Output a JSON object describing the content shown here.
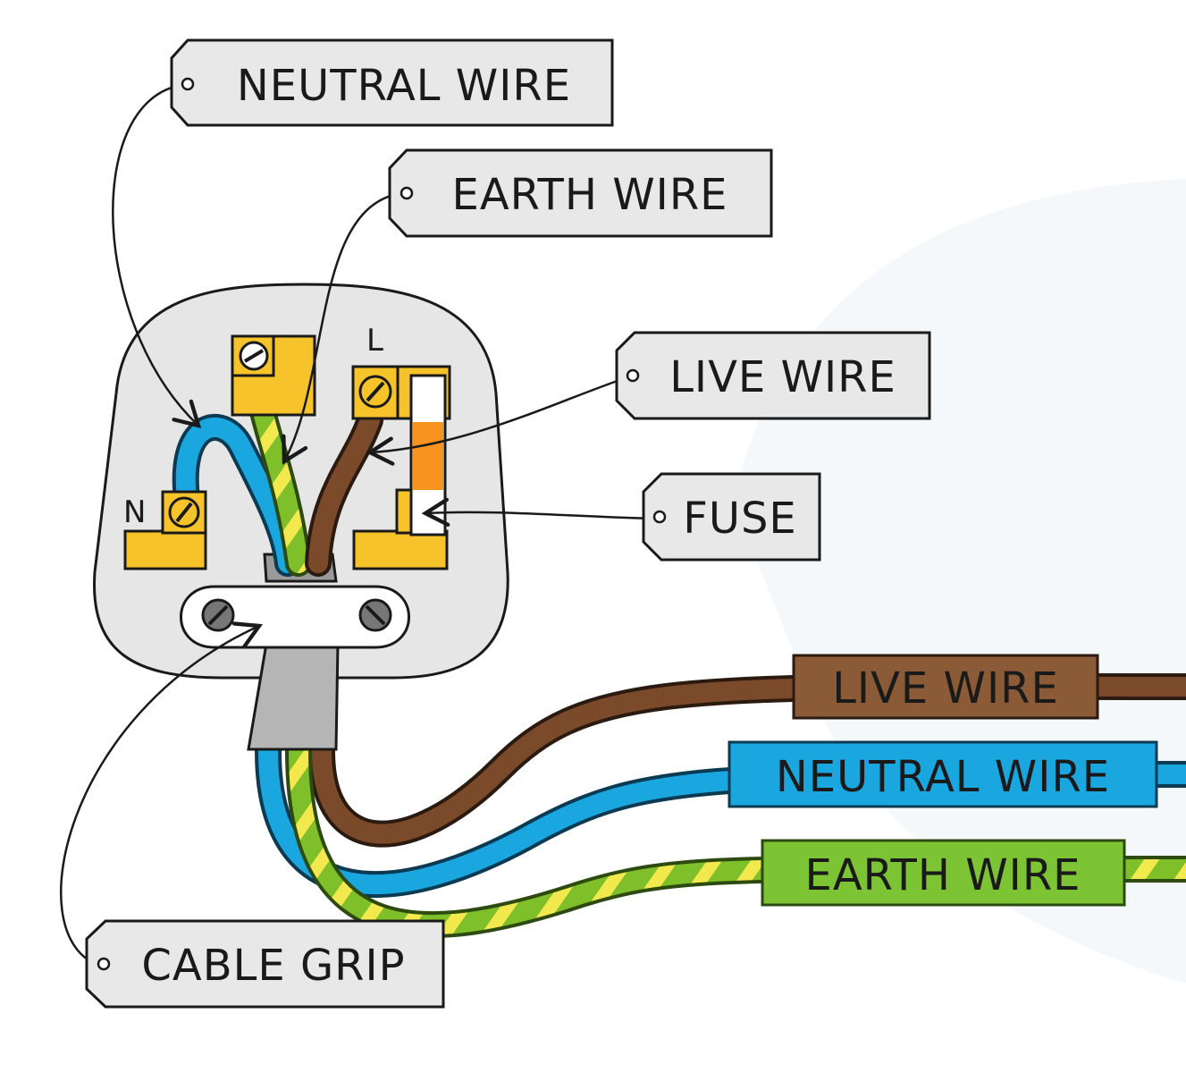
{
  "callouts": {
    "neutral_wire": "NEUTRAL  WIRE",
    "earth_wire": "EARTH  WIRE",
    "live_wire": "LIVE  WIRE",
    "fuse": "FUSE",
    "cable_grip": "CABLE  GRIP"
  },
  "terminals": {
    "live": "L",
    "neutral": "N"
  },
  "bands": {
    "live_wire": "LIVE  WIRE",
    "neutral_wire": "NEUTRAL  WIRE",
    "earth_wire": "EARTH  WIRE"
  },
  "colors": {
    "live": "#7b4a2a",
    "neutral": "#1aa6de",
    "earth_green": "#7fbf2a",
    "earth_yellow": "#f2e94e",
    "brass": "#f6c42a",
    "fuse_orange": "#f7931e",
    "plug_body": "#e6e6e6",
    "tag_fill": "#e8e8e8"
  }
}
